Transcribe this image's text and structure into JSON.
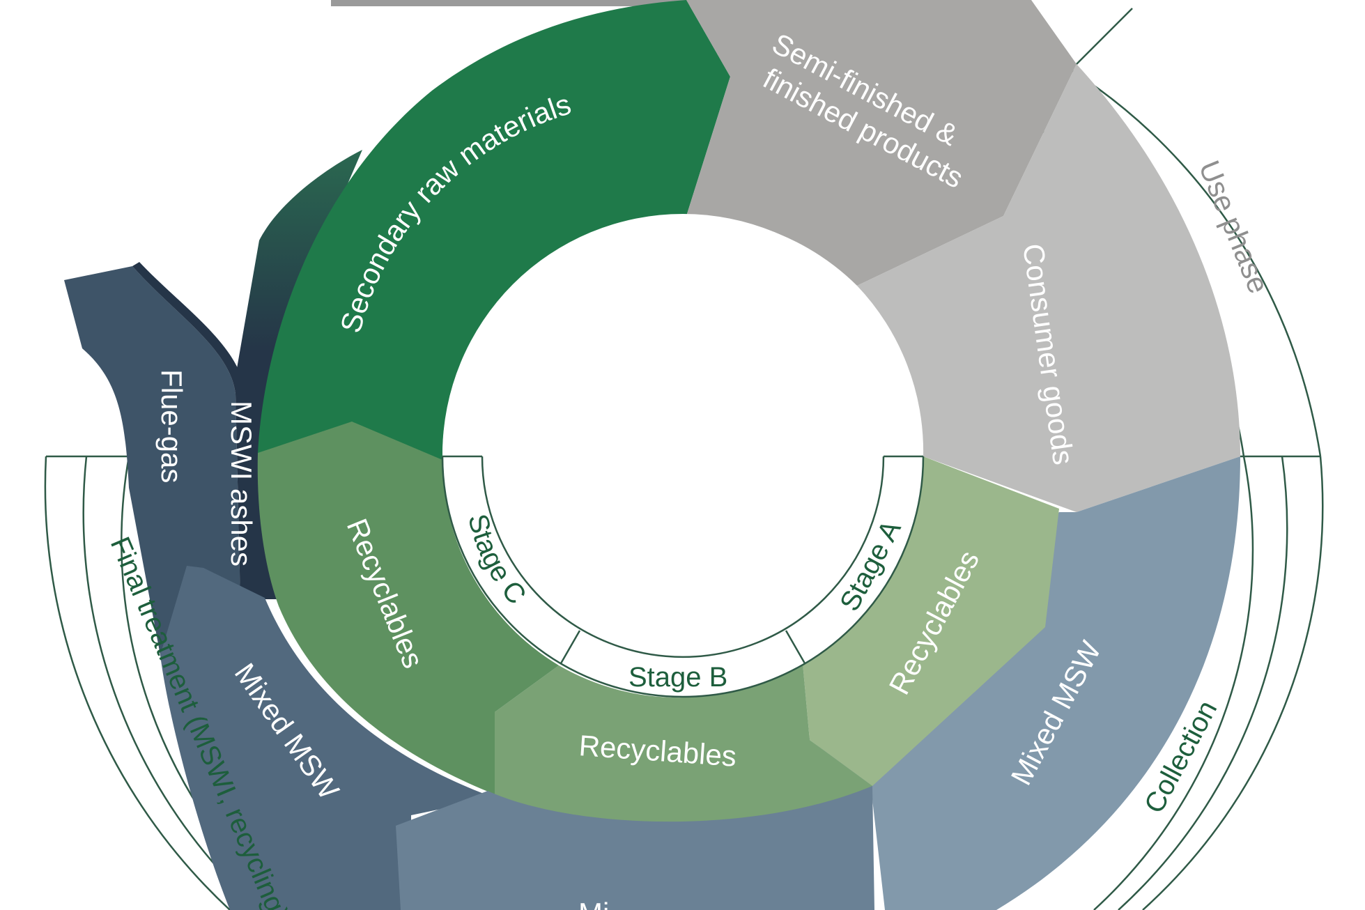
{
  "colors": {
    "dark_green": "#1f7a4a",
    "mid_green": "#5e9160",
    "light_green": "#7aa275",
    "pale_green": "#9bb78c",
    "dark_slate": "#3e5468",
    "navy": "#253548",
    "slate": "#52697e",
    "slate_light": "#6a8195",
    "steel": "#8299ab",
    "grey_dark": "#a8a7a5",
    "grey_light": "#bdbdbc",
    "top_bar": "#9a9a9a",
    "line_green": "#2f5a47"
  },
  "diagram": {
    "segments": {
      "secondary_raw_materials": "Secondary raw materials",
      "semi_finished_line1": "Semi-finished &",
      "semi_finished_line2": "finished products",
      "consumer_goods": "Consumer goods",
      "recyclables_c": "Recyclables",
      "recyclables_b": "Recyclables",
      "recyclables_a": "Recyclables",
      "mixed_msw_left": "Mixed MSW",
      "mixed_msw_right": "Mixed MSW",
      "mixed_msw_bottom": "Mi",
      "flue_gas": "Flue-gas",
      "mswi_ashes": "MSWI ashes"
    },
    "stages": {
      "a": "Stage A",
      "b": "Stage B",
      "c": "Stage C"
    },
    "phases": {
      "use_phase": "Use phase",
      "collection": "Collection",
      "final_treatment": "Final treatment (MSWI, recycling)"
    }
  }
}
